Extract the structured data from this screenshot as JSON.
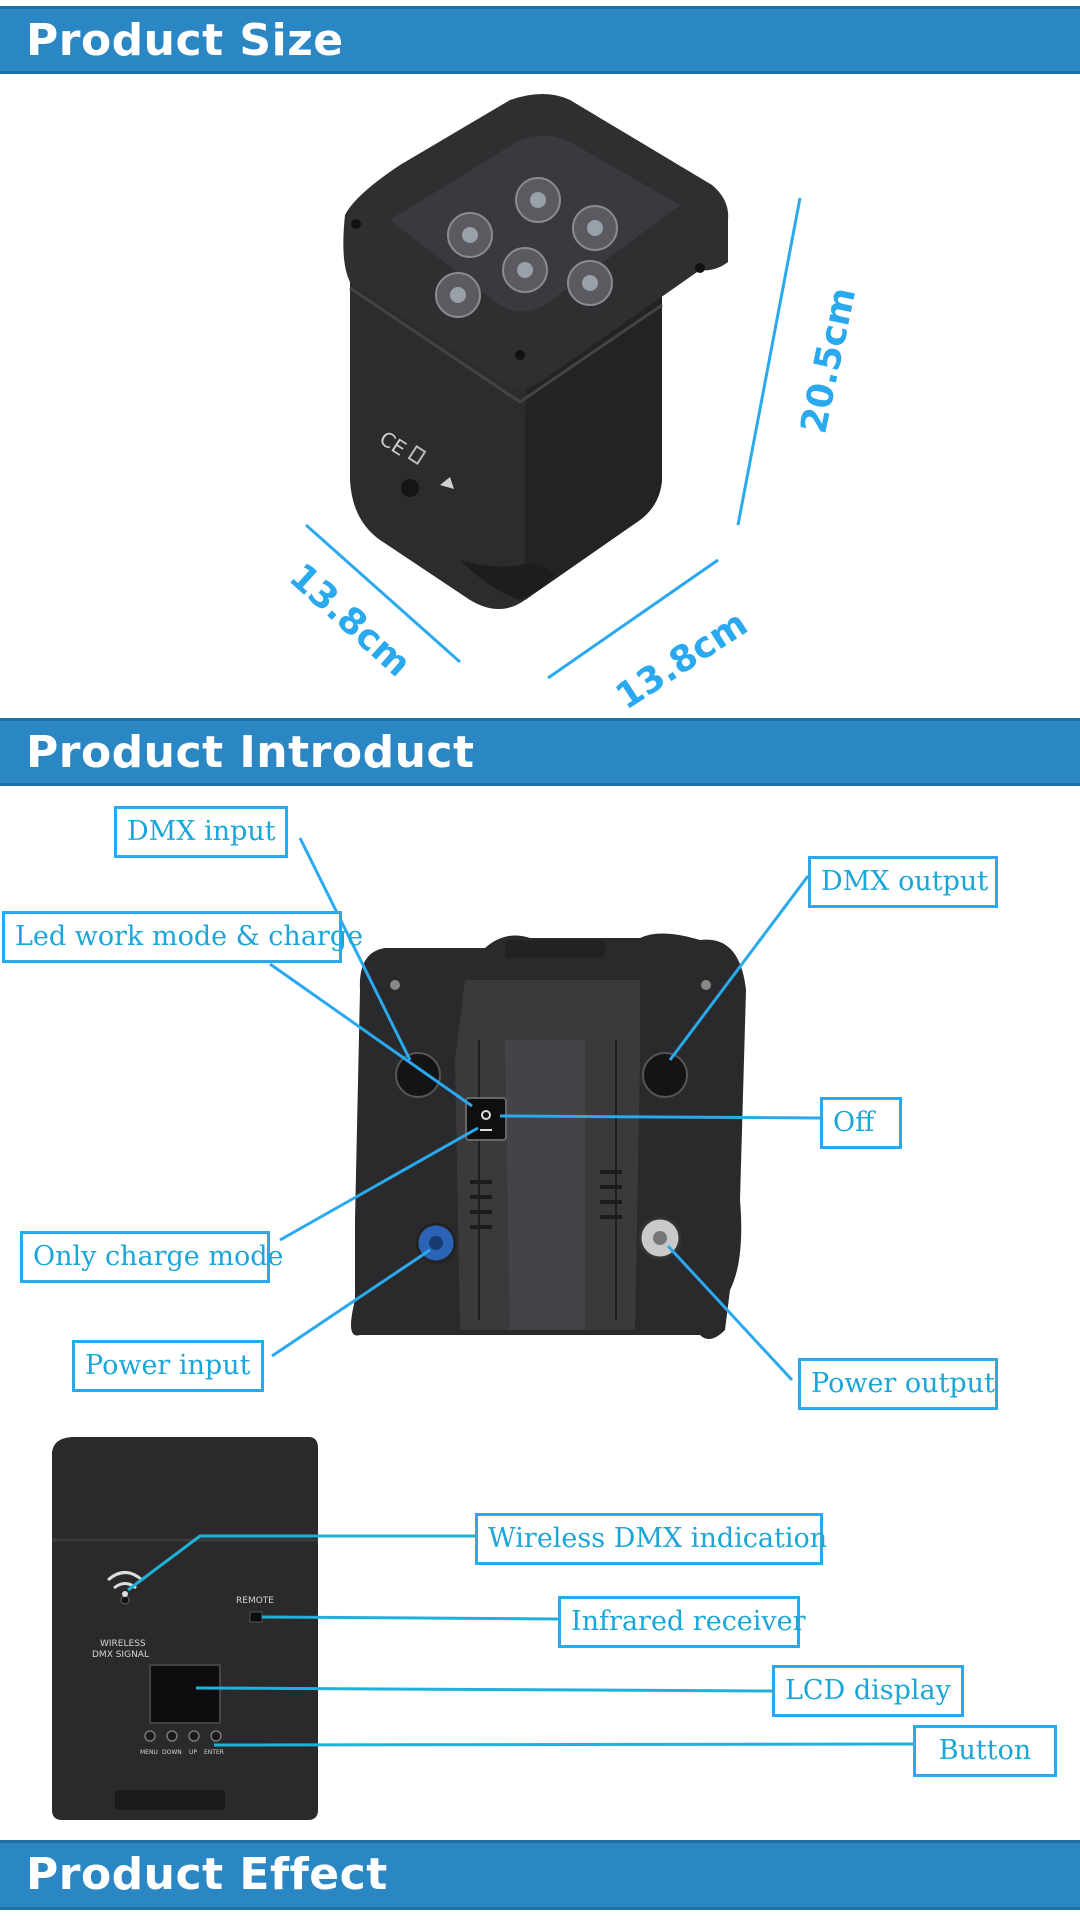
{
  "sections": {
    "size": {
      "title": "Product Size"
    },
    "intro": {
      "title": "Product Introduct"
    },
    "effect": {
      "title": "Product Effect"
    }
  },
  "dimensions": {
    "height": "20.5cm",
    "depth": "13.8cm",
    "width": "13.8cm"
  },
  "device_markings": {
    "ce": "CE",
    "wireless": "WIRELESS",
    "dmx_signal": "DMX SIGNAL",
    "remote": "REMOTE",
    "buttons": [
      "MENU",
      "DOWN",
      "UP",
      "ENTER"
    ]
  },
  "callouts": {
    "dmx_input": "DMX input",
    "led_work_mode": "Led work mode & charge",
    "only_charge_mode": "Only charge mode",
    "power_input": "Power input",
    "dmx_output": "DMX output",
    "off": "Off",
    "power_output": "Power output",
    "wireless_dmx_indication": "Wireless DMX indication",
    "infrared_receiver": "Infrared receiver",
    "lcd_display": "LCD display",
    "button": "Button"
  },
  "colors": {
    "banner": "#2b87c3",
    "accent": "#2aa9ee",
    "callout_text": "#1aa6d8",
    "device": "#2a2a2c"
  }
}
